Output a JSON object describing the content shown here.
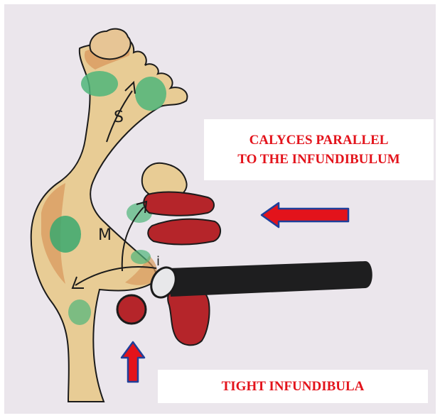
{
  "labels": {
    "calyces_line1": "CALYCES PARALLEL",
    "calyces_line2": "TO THE INFUNDIBULUM",
    "tight_infundibula": "TIGHT INFUNDIBULA"
  },
  "sketch_marks": {
    "superior": "S",
    "middle": "M",
    "inferior": "i"
  },
  "colors": {
    "paper": "#ebe6ec",
    "kidney_tan": "#e6c58a",
    "kidney_orange": "#d9a267",
    "green_patch": "#4fb57a",
    "calyx_red": "#b5252a",
    "scope_black": "#1e1e1f",
    "arrow_red": "#e3131b",
    "arrow_blue": "#1f3f9a",
    "label_text": "#e3131b"
  }
}
